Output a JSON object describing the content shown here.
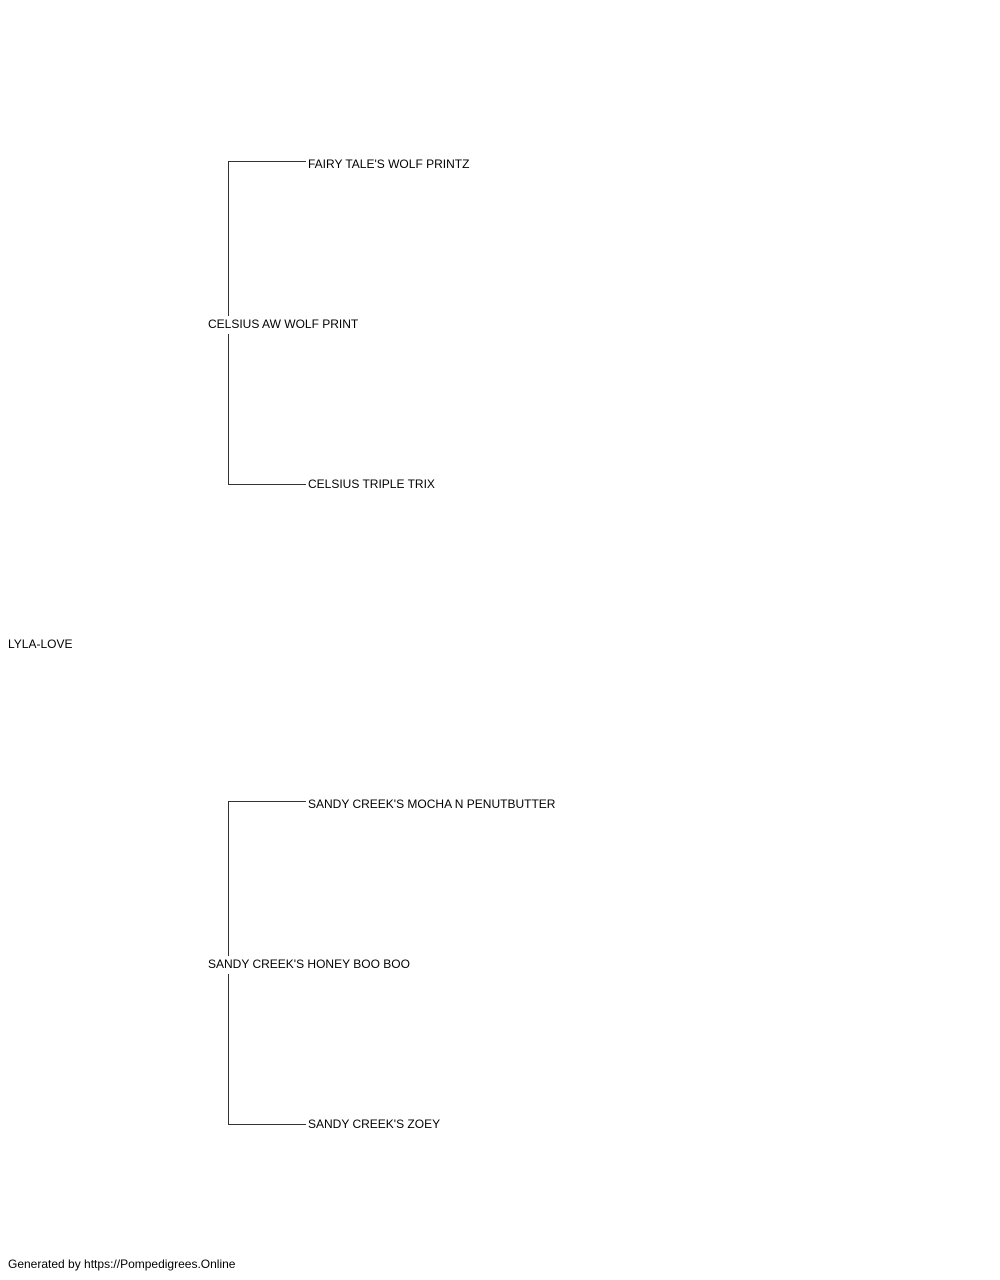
{
  "pedigree": {
    "subject": "LYLA-LOVE",
    "sire": {
      "name": "CELSIUS AW WOLF PRINT",
      "sire": "FAIRY TALE'S WOLF PRINTZ",
      "dam": "CELSIUS TRIPLE TRIX"
    },
    "dam": {
      "name": "SANDY CREEK'S HONEY BOO BOO",
      "sire": "SANDY CREEK'S MOCHA N PENUTBUTTER",
      "dam": "SANDY CREEK'S ZOEY"
    }
  },
  "footer": "Generated by https://Pompedigrees.Online",
  "colors": {
    "line": "#333333",
    "text": "#000000",
    "background": "#ffffff"
  }
}
